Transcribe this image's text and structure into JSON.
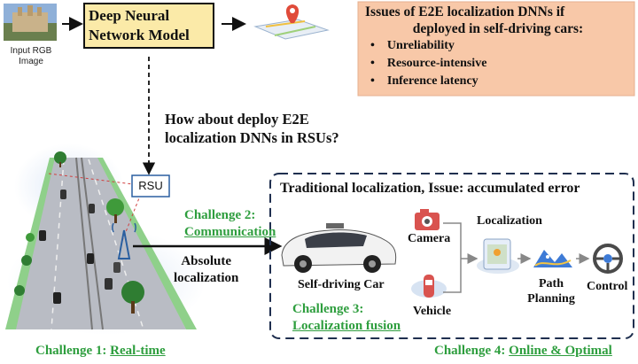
{
  "input": {
    "label_line1": "Input RGB",
    "label_line2": "Image"
  },
  "dnn": {
    "line1": "Deep Neural",
    "line2": "Network Model"
  },
  "issues": {
    "title_line1": "Issues of E2E localization DNNs if",
    "title_line2": "deployed in self-driving cars:",
    "items": [
      "Unreliability",
      "Resource-intensive",
      "Inference latency"
    ]
  },
  "question": {
    "line1": "How about deploy E2E",
    "line2": "localization DNNs in RSUs?"
  },
  "rsu_label": "RSU",
  "challenge2": {
    "prefix": "Challenge 2:",
    "name": "Communication"
  },
  "absolute": {
    "line1": "Absolute",
    "line2": "localization"
  },
  "traditional": {
    "title": "Traditional localization, Issue: accumulated error"
  },
  "pipeline": {
    "camera": "Camera",
    "vehicle": "Vehicle",
    "localization": "Localization",
    "path_line1": "Path",
    "path_line2": "Planning",
    "control": "Control",
    "car": "Self-driving Car"
  },
  "challenge3": {
    "prefix": "Challenge 3:",
    "name": "Localization fusion"
  },
  "challenge1": {
    "prefix": "Challenge 1:",
    "name": "Real-time"
  },
  "challenge4": {
    "prefix": "Challenge 4:",
    "name": "Online & Optimal"
  },
  "colors": {
    "dnn_fill": "#fbeaa8",
    "issues_fill": "#f8c8a8",
    "challenge_green": "#2e9e3e",
    "box_border": "#1f2f4f",
    "road_green": "#9fd89a",
    "camera_red": "#d9534f"
  }
}
